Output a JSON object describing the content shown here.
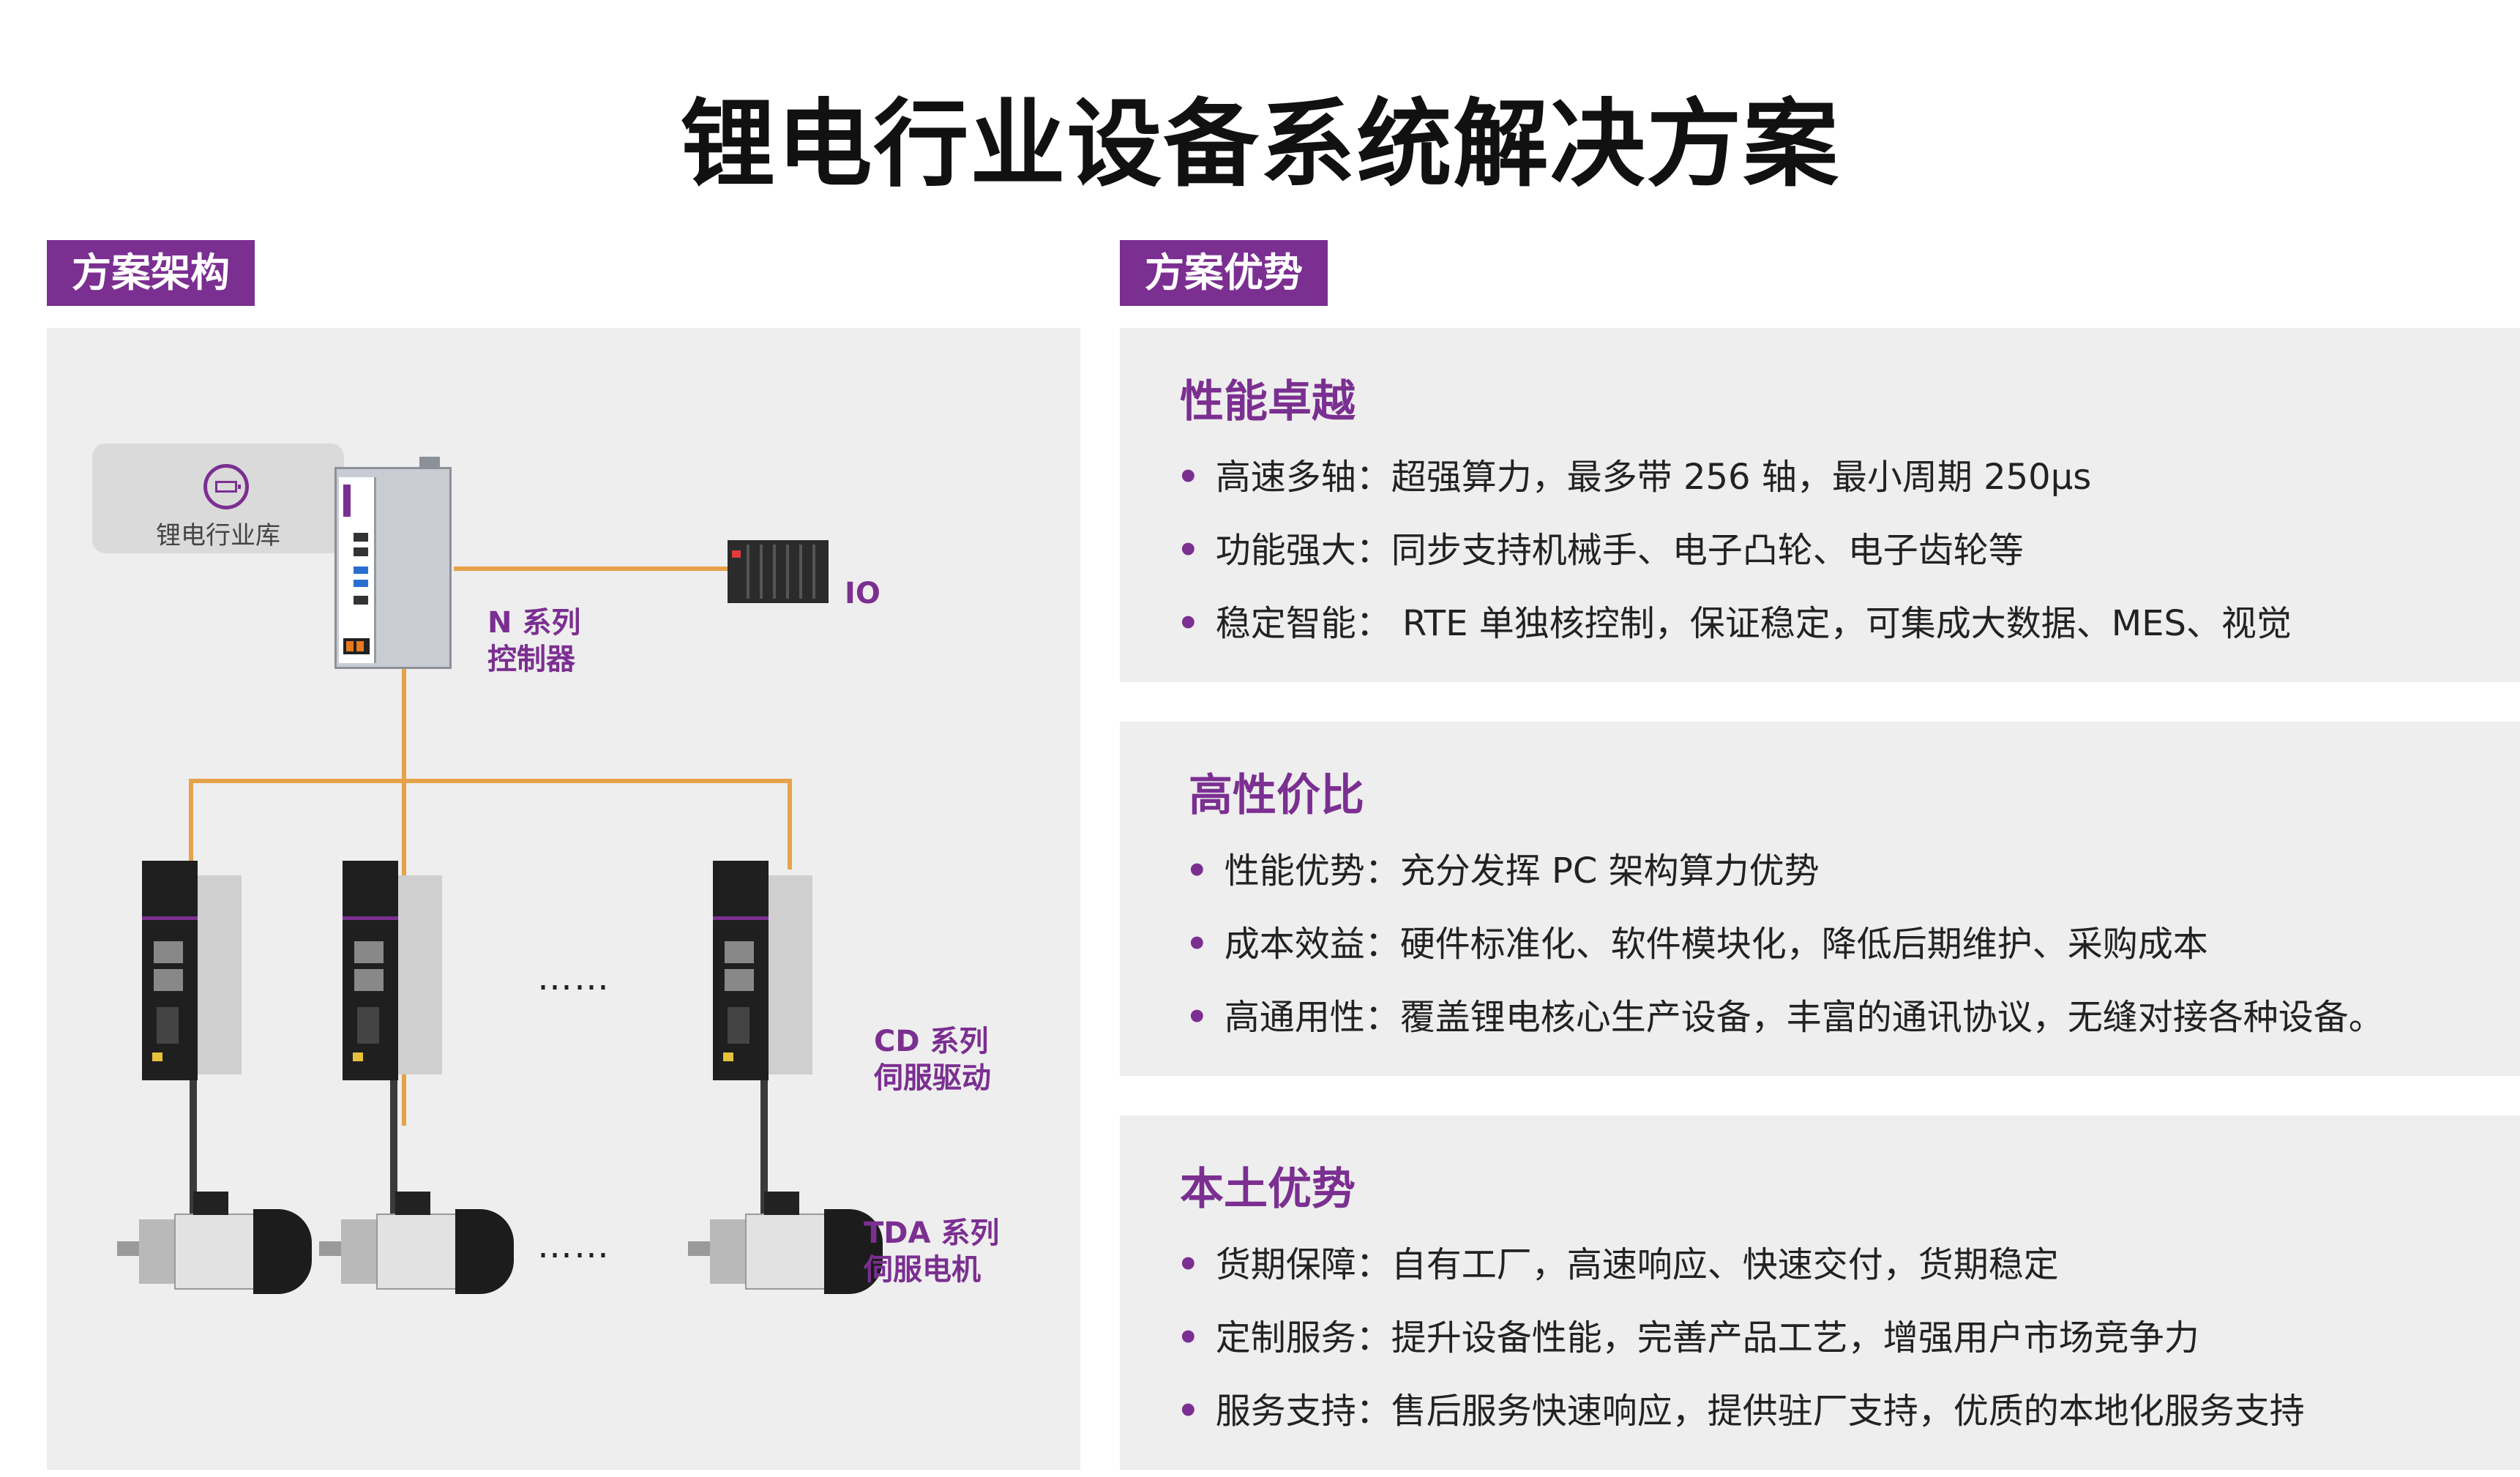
{
  "title": "锂电行业设备系统解决方案",
  "left_tag": "方案架构",
  "right_tag": "方案优势",
  "diagram": {
    "library_label": "锂电行业库",
    "io_label": "IO",
    "controller_label_line1": "N 系列",
    "controller_label_line2": "控制器",
    "drive_label_line1": "CD 系列",
    "drive_label_line2": "伺服驱动",
    "motor_label_line1": "TDA 系列",
    "motor_label_line2": "伺服电机",
    "ellipsis": "……",
    "colors": {
      "link": "#e6a24a",
      "accent": "#7b2f91",
      "panel": "#eeeeee"
    }
  },
  "advantages": [
    {
      "title": "性能卓越",
      "items": [
        "高速多轴：超强算力，最多带 256 轴，最小周期 250μs",
        "功能强大：同步支持机械手、电子凸轮、电子齿轮等",
        "稳定智能： RTE 单独核控制，保证稳定，可集成大数据、MES、视觉"
      ]
    },
    {
      "title": "高性价比",
      "items": [
        "性能优势：充分发挥 PC 架构算力优势",
        "成本效益：硬件标准化、软件模块化，降低后期维护、采购成本",
        "高通用性：覆盖锂电核心生产设备，丰富的通讯协议，无缝对接各种设备。"
      ]
    },
    {
      "title": "本土优势",
      "items": [
        "货期保障：自有工厂，高速响应、快速交付，货期稳定",
        "定制服务：提升设备性能，完善产品工艺，增强用户市场竞争力",
        "服务支持：售后服务快速响应，提供驻厂支持，优质的本地化服务支持"
      ]
    }
  ]
}
